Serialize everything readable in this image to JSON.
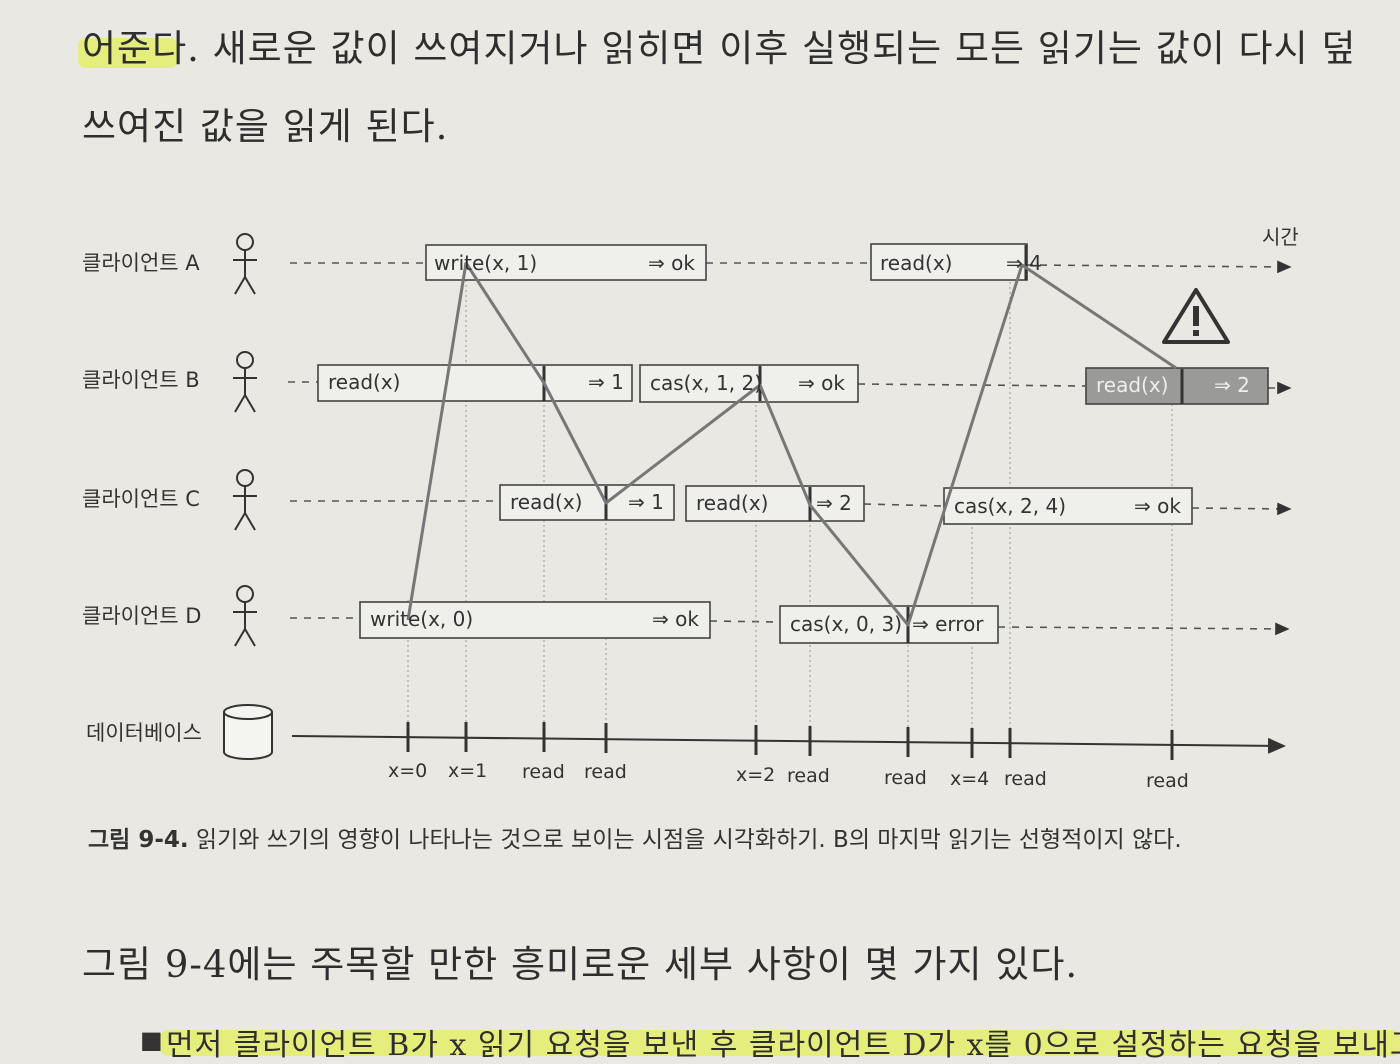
{
  "text": {
    "line1": "어준다. 새로운 값이 쓰여지거나 읽히면 이후 실행되는 모든 읽기는 값이 다시 덮",
    "line2": "쓰여진 값을 읽게 된다.",
    "bottom_para": "그림 9-4에는 주목할 만한 흥미로운 세부 사항이 몇 가지 있다.",
    "bullet_text": "먼저 클라이언트 B가 x 읽기 요청을 보낸 후 클라이언트 D가 x를 0으로 설정하는 요청을 보내고 클"
  },
  "caption": {
    "label": "그림 9-4.",
    "text": " 읽기와 쓰기의 영향이 나타나는 것으로 보이는 시점을 시각화하기. B의 마지막 읽기는 선형적이지 않다."
  },
  "figure": {
    "time_label": "시간",
    "clients": [
      "클라이언트 A",
      "클라이언트 B",
      "클라이언트 C",
      "클라이언트 D"
    ],
    "database_label": "데이터베이스",
    "ops": {
      "a_write": "write(x, 1)",
      "a_write_res": "⇒ ok",
      "a_read": "read(x)",
      "a_read_res": "⇒ 4",
      "b_read1": "read(x)",
      "b_read1_res": "⇒ 1",
      "b_cas": "cas(x, 1, 2)",
      "b_cas_res": "⇒ ok",
      "b_read2": "read(x)",
      "b_read2_res": "⇒ 2",
      "c_read1": "read(x)",
      "c_read1_res": "⇒ 1",
      "c_read2": "read(x)",
      "c_read2_res": "⇒ 2",
      "c_cas": "cas(x, 2, 4)",
      "c_cas_res": "⇒ ok",
      "d_write": "write(x, 0)",
      "d_write_res": "⇒ ok",
      "d_cas": "cas(x, 0, 3)",
      "d_cas_res": "⇒ error"
    },
    "db_ticks": [
      "x=0",
      "x=1",
      "read",
      "read",
      "x=2",
      "read",
      "read",
      "x=4",
      "read",
      "read"
    ],
    "colors": {
      "stale_read_fill": "#9a9a98",
      "highlight": "#e3f05a"
    }
  }
}
